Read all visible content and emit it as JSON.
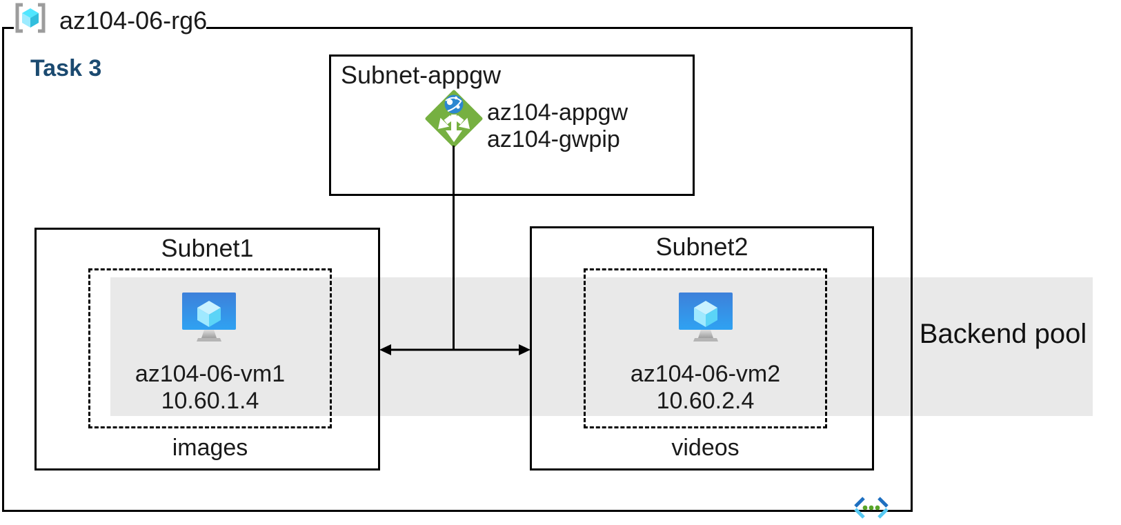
{
  "resource_group": {
    "name": "az104-06-rg6"
  },
  "task": {
    "label": "Task 3"
  },
  "appgw_subnet": {
    "title": "Subnet-appgw",
    "gateway_name": "az104-appgw",
    "gateway_pip": "az104-gwpip"
  },
  "subnet1": {
    "title": "Subnet1",
    "vm_name": "az104-06-vm1",
    "vm_ip": "10.60.1.4",
    "storage_label": "images"
  },
  "subnet2": {
    "title": "Subnet2",
    "vm_name": "az104-06-vm2",
    "vm_ip": "10.60.2.4",
    "storage_label": "videos"
  },
  "backend_pool": {
    "label": "Backend pool"
  },
  "colors": {
    "line": "#000000",
    "task_text": "#1b4a70",
    "backend_band": "#e9e9e9",
    "appgw_green": "#76b041",
    "appgw_globe_blue": "#2c87d0",
    "vm_screen_top": "#3d80da",
    "vm_screen_bottom": "#2fa2f2",
    "cube_top": "#c9f2ff",
    "cube_left": "#9fe9ff",
    "cube_right": "#5bd4f7",
    "rg_bracket_gray": "#9c9c9c",
    "rg_cube_top": "#50e6ff",
    "rg_cube_left": "#9cebff",
    "rg_cube_right": "#32bedd",
    "vnet_dark_blue": "#1e6fc0",
    "vnet_light_blue": "#56c9f3",
    "vnet_dot_green": "#57a427"
  }
}
